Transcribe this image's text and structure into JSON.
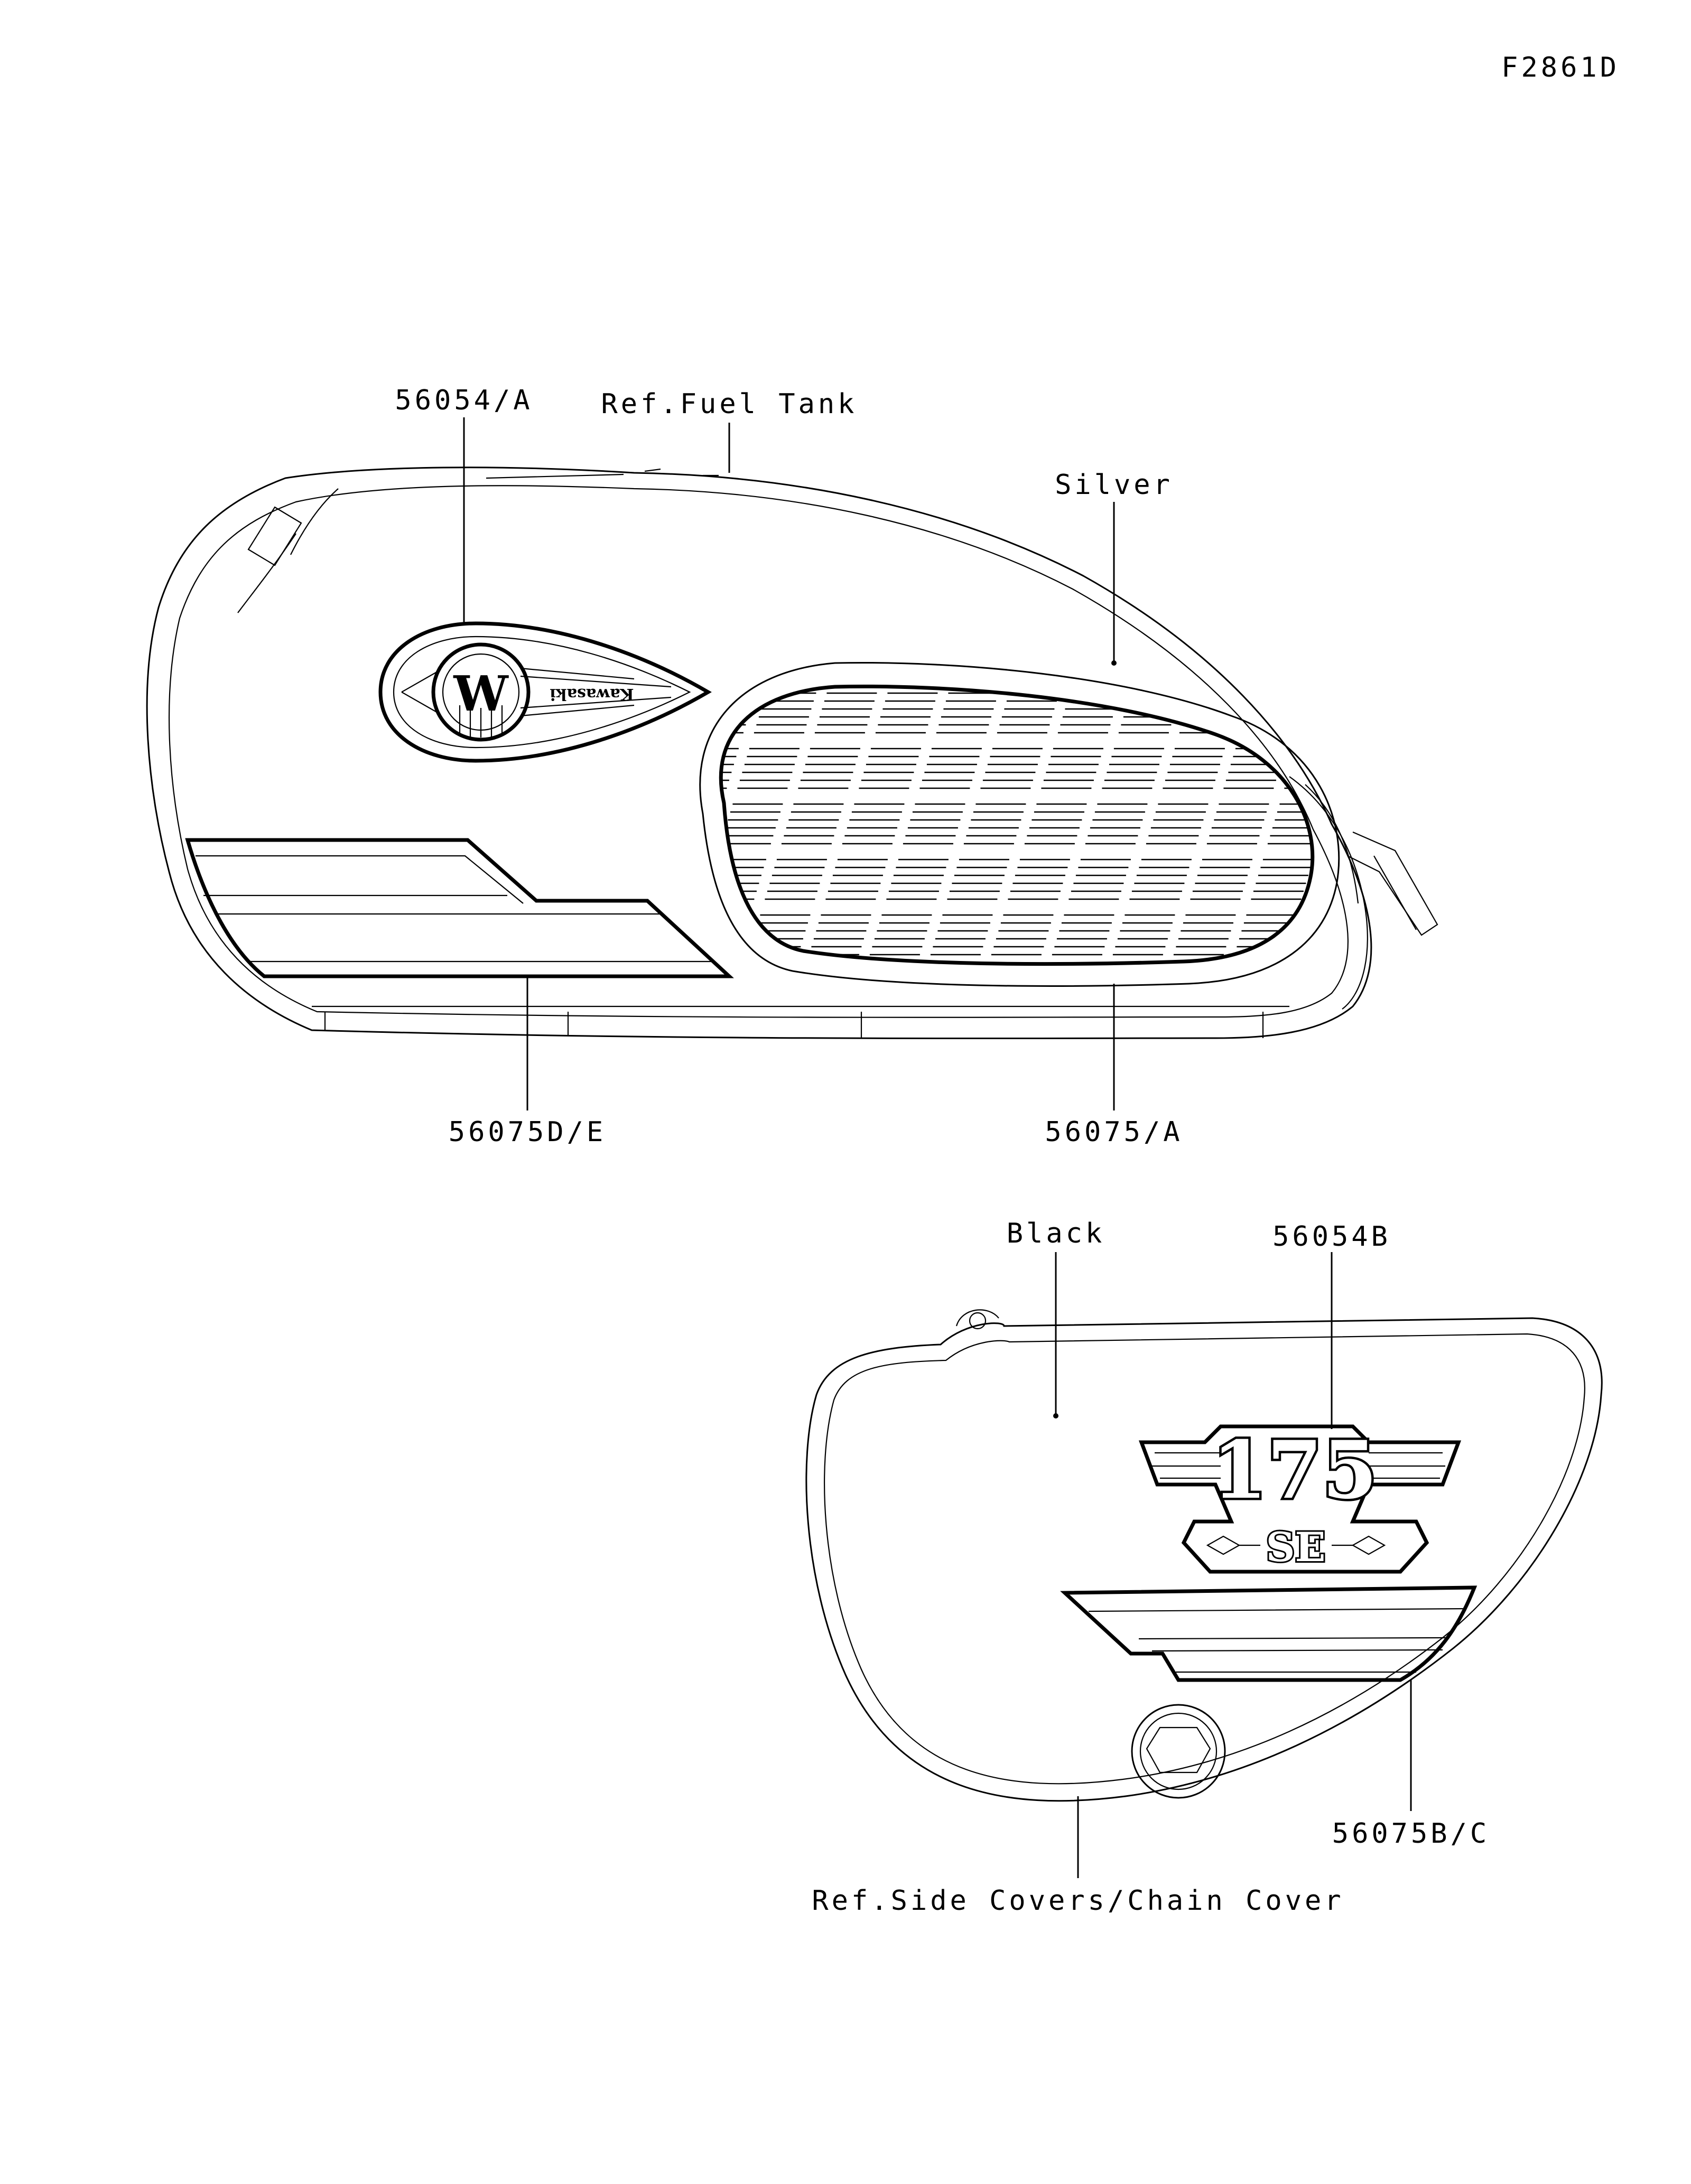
{
  "figure_code": "F2861D",
  "labels": {
    "tank_emblem_part": "56054/A",
    "ref_fuel_tank": "Ref.Fuel Tank",
    "tank_color": "Silver",
    "tank_stripe_part": "56075D/E",
    "knee_pad_part": "56075/A",
    "cover_color": "Black",
    "cover_emblem_part": "56054B",
    "cover_stripe_part": "56075B/C",
    "ref_side_covers": "Ref.Side Covers/Chain Cover"
  },
  "emblems": {
    "tank_letter": "W",
    "tank_wordmark": "Kawasaki",
    "cover_number": "175",
    "cover_badge": "SE"
  }
}
